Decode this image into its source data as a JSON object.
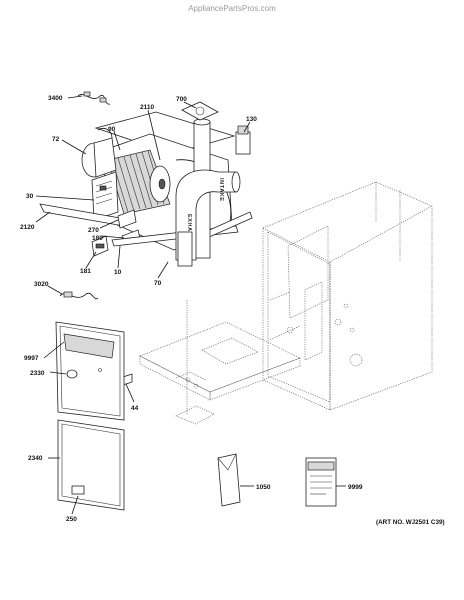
{
  "header": {
    "site": "AppliancePartsPros.com"
  },
  "art_number": "(ART NO. WJ2501 C39)",
  "vent_text": {
    "intake": "INTAKE",
    "exhaust": "EXHAUST"
  },
  "callouts": [
    {
      "id": "3400",
      "label": "3400"
    },
    {
      "id": "72",
      "label": "72"
    },
    {
      "id": "90",
      "label": "90"
    },
    {
      "id": "2110",
      "label": "2110"
    },
    {
      "id": "700",
      "label": "700"
    },
    {
      "id": "130",
      "label": "130"
    },
    {
      "id": "30",
      "label": "30"
    },
    {
      "id": "2120",
      "label": "2120"
    },
    {
      "id": "270",
      "label": "270"
    },
    {
      "id": "180",
      "label": "180"
    },
    {
      "id": "181",
      "label": "181"
    },
    {
      "id": "10",
      "label": "10"
    },
    {
      "id": "70",
      "label": "70"
    },
    {
      "id": "3020",
      "label": "3020"
    },
    {
      "id": "9997",
      "label": "9997"
    },
    {
      "id": "2330",
      "label": "2330"
    },
    {
      "id": "44",
      "label": "44"
    },
    {
      "id": "2340",
      "label": "2340"
    },
    {
      "id": "250",
      "label": "250"
    },
    {
      "id": "1050",
      "label": "1050"
    },
    {
      "id": "9999",
      "label": "9999"
    }
  ]
}
